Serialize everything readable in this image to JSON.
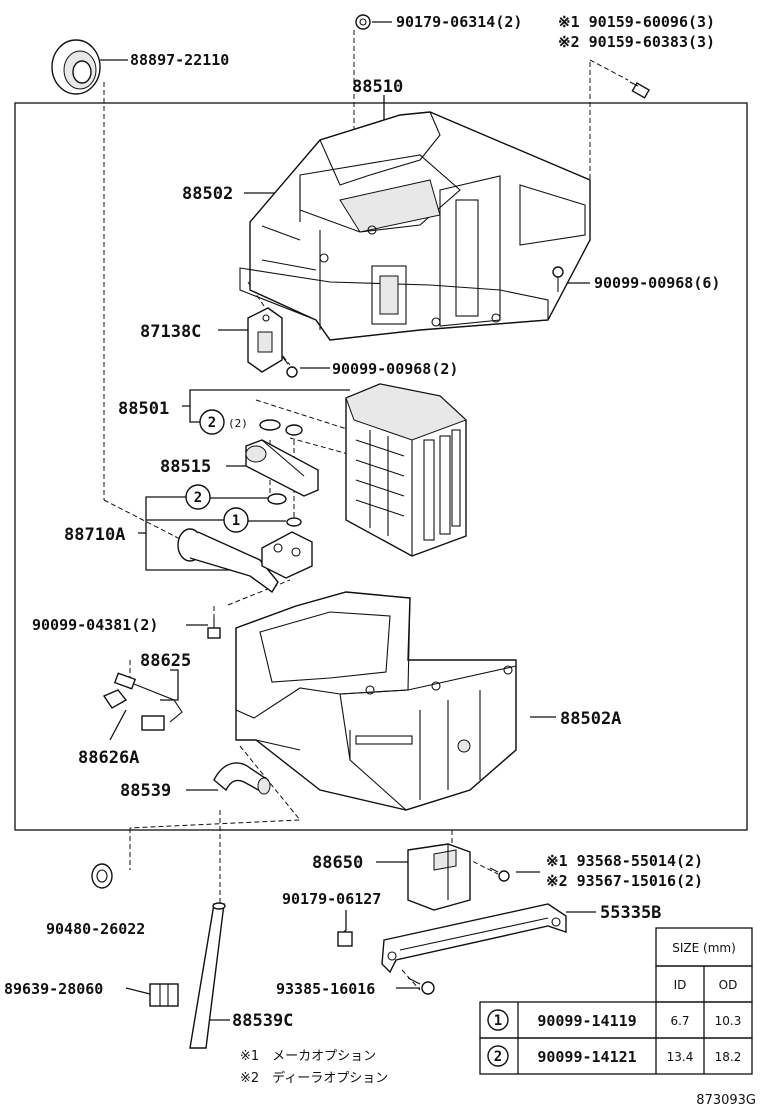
{
  "labels": {
    "p_88897_22110": "88897-22110",
    "p_90179_06314": "90179-06314(2)",
    "p_opt1_90159_60096": "※1 90159-60096(3)",
    "p_opt2_90159_60383": "※2 90159-60383(3)",
    "p_88510": "88510",
    "p_88502": "88502",
    "p_90099_00968_6": "90099-00968(6)",
    "p_87138C": "87138C",
    "p_90099_00968_2": "90099-00968(2)",
    "p_88501": "88501",
    "p_ring2_small": "(2)",
    "p_88515": "88515",
    "p_88710A": "88710A",
    "p_90099_04381": "90099-04381(2)",
    "p_88625": "88625",
    "p_88626A": "88626A",
    "p_88502A": "88502A",
    "p_88539": "88539",
    "p_88650": "88650",
    "p_opt1_93568": "※1 93568-55014(2)",
    "p_opt2_93567": "※2 93567-15016(2)",
    "p_90179_06127": "90179-06127",
    "p_55335B": "55335B",
    "p_90480_26022": "90480-26022",
    "p_93385_16016": "93385-16016",
    "p_89639_28060": "89639-28060",
    "p_88539C": "88539C",
    "circle_1": "1",
    "circle_2": "2"
  },
  "notes": [
    "※1　メーカオプション",
    "※2　ディーラオプション"
  ],
  "size_table": {
    "header": "SIZE (mm)",
    "col_id": "ID",
    "col_od": "OD",
    "rows": [
      {
        "num": "1",
        "part": "90099-14119",
        "id": "6.7",
        "od": "10.3"
      },
      {
        "num": "2",
        "part": "90099-14121",
        "id": "13.4",
        "od": "18.2"
      }
    ]
  },
  "figure_id": "873093G"
}
